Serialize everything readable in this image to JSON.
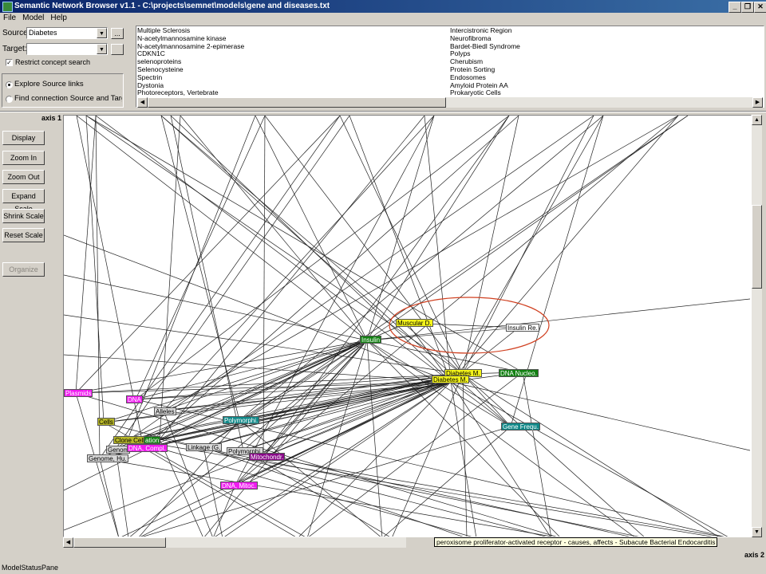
{
  "window": {
    "title": "Semantic Network Browser v1.1 - C:\\projects\\semnet\\models\\gene and diseases.txt",
    "minimize": "_",
    "restore": "❐",
    "close": "✕"
  },
  "menu": [
    "File",
    "Model",
    "Help"
  ],
  "controls": {
    "source_label": "Source:",
    "source_value": "Diabetes",
    "target_label": "Target:",
    "target_value": "",
    "browse_label": "...",
    "restrict_label": "Restrict concept search",
    "restrict_checked": true,
    "radio_explore": "Explore Source links",
    "radio_find": "Find connection Source and Target",
    "selected_radio": "explore"
  },
  "concept_list": {
    "col1": [
      "Multiple Sclerosis",
      "N-acetylmannosamine kinase",
      "N-acetylmannosamine 2-epimerase",
      "CDKN1C",
      "selenoproteins",
      "Selenocysteine",
      "Spectrin",
      "Dystonia",
      "Photoreceptors, Vertebrate"
    ],
    "col2": [
      "Intercistronic Region",
      "Neurofibroma",
      "Bardet-Biedl Syndrome",
      "Polyps",
      "Cherubism",
      "Protein Sorting",
      "Endosomes",
      "Amyloid Protein AA",
      "Prokaryotic Cells"
    ]
  },
  "sidebar": {
    "buttons": [
      "Display",
      "Zoom In",
      "Zoom Out",
      "Expand Scale",
      "Shrink Scale",
      "Reset Scale"
    ],
    "organize": "Organize"
  },
  "axes": {
    "axis1": "axis 1",
    "axis2": "axis 2"
  },
  "graph": {
    "nodes": [
      {
        "id": "muscular",
        "label": "Muscular D.",
        "color": "yellow"
      },
      {
        "id": "insulin_re",
        "label": "Insulin Re.",
        "color": "white"
      },
      {
        "id": "insulin",
        "label": "Insulin",
        "color": "green"
      },
      {
        "id": "diabetes1",
        "label": "Diabetes M.",
        "color": "yellow"
      },
      {
        "id": "diabetes2",
        "label": "Diabetes M.",
        "color": "yellow"
      },
      {
        "id": "dna_nucleo",
        "label": "DNA Nucleo.",
        "color": "green"
      },
      {
        "id": "plasmids",
        "label": "Plasmids",
        "color": "magenta"
      },
      {
        "id": "dna",
        "label": "DNA",
        "color": "magenta"
      },
      {
        "id": "alleles",
        "label": "Alleles",
        "color": "gray"
      },
      {
        "id": "polymorph1",
        "label": "Polymorphi.",
        "color": "teal"
      },
      {
        "id": "gene_freq",
        "label": "Gene Frequ.",
        "color": "teal"
      },
      {
        "id": "cells",
        "label": "Cells",
        "color": "olive"
      },
      {
        "id": "clone_cell",
        "label": "Clone Cell.",
        "color": "olive"
      },
      {
        "id": "ation",
        "label": "ation",
        "color": "green"
      },
      {
        "id": "genom",
        "label": "Genom",
        "color": "gray"
      },
      {
        "id": "dna_compl",
        "label": "DNA, Compl.",
        "color": "magenta"
      },
      {
        "id": "linkage",
        "label": "Linkage (G.",
        "color": "gray"
      },
      {
        "id": "polymorph2",
        "label": "Polymorphi.",
        "color": "gray"
      },
      {
        "id": "genome_hu",
        "label": "Genome, Hu.",
        "color": "gray"
      },
      {
        "id": "mitochondr",
        "label": "Mitochondr.",
        "color": "purple"
      },
      {
        "id": "dna_mitoc",
        "label": "DNA, Mitoc.",
        "color": "magenta"
      }
    ],
    "tooltip": "peroxisome proliferator-activated receptor - causes, affects - Subacute Bacterial Endocarditis"
  },
  "colors": {
    "yellow": "#f4f41a",
    "green": "#128012",
    "magenta": "#f01af0",
    "teal": "#108888",
    "gray": "#d8d8d8",
    "white": "#ffffff",
    "olive": "#b8b828",
    "purple": "#880888",
    "highlight_ellipse": "#d04020"
  },
  "status": "ModelStatusPane"
}
